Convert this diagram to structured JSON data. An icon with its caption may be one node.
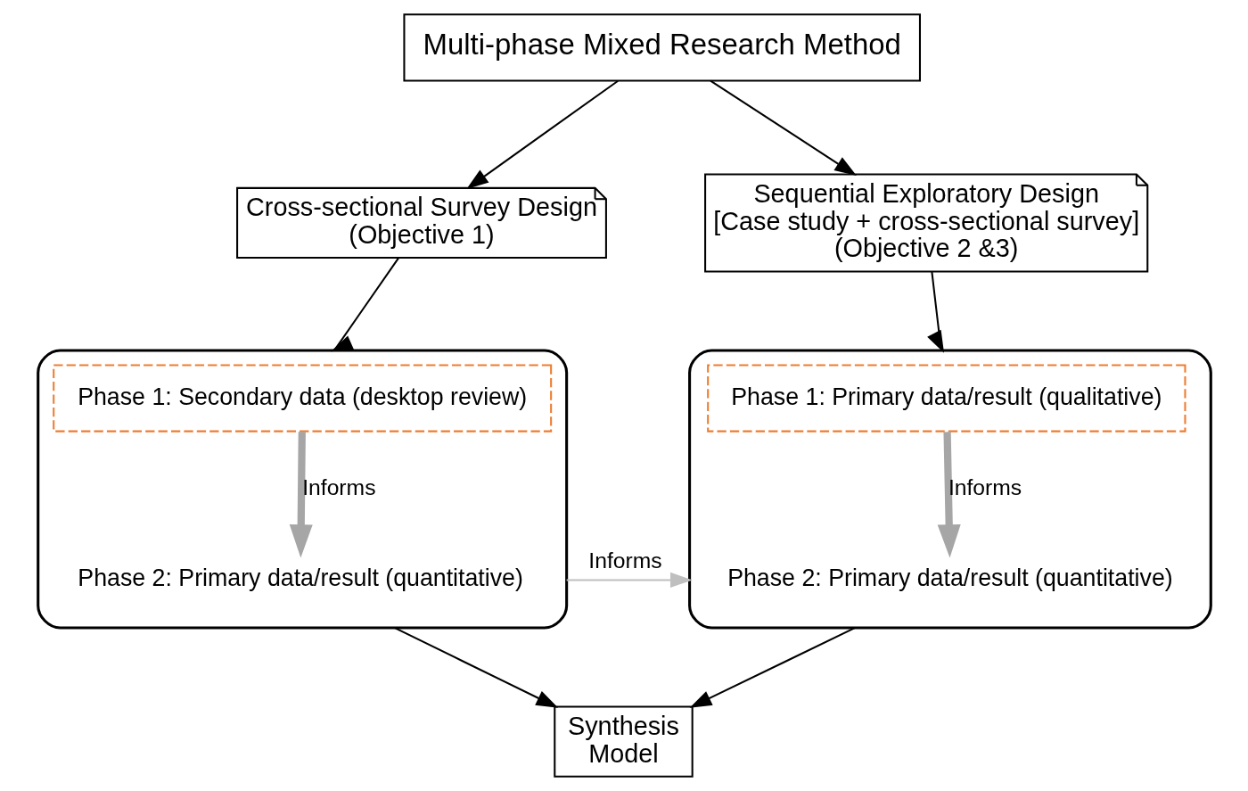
{
  "diagram": {
    "nodes": [
      {
        "text": [
          "Multi-phase Mixed Research Method"
        ]
      },
      {
        "text": [
          "Cross-sectional Survey Design",
          "(Objective 1)"
        ]
      },
      {
        "text": [
          "Sequential Exploratory Design",
          "[Case study + cross-sectional survey]",
          "(Objective 2 &3)"
        ]
      },
      {
        "text": [],
        "shape": "cylinder"
      },
      {
        "text": [
          "Phase 1: Secondary data (desktop review)"
        ],
        "in": 3
      },
      {
        "text": [
          "Phase 2: Primary data/result (quantitative)"
        ],
        "in": 3
      },
      {
        "text": [],
        "shape": "cylinder"
      },
      {
        "text": [
          "Phase 1: Primary data/result (qualitative)"
        ],
        "in": 6
      },
      {
        "text": [
          "Phase 2: Primary data/result (quantitative)"
        ],
        "in": 6
      },
      {
        "text": [
          "Synthesis",
          "Model"
        ]
      }
    ],
    "edges": [
      {
        "from": 0,
        "to": 1,
        "arrow": "to"
      },
      {
        "from": 0,
        "to": 2,
        "arrow": "to"
      },
      {
        "from": 1,
        "to": 3,
        "arrow": "to"
      },
      {
        "from": 2,
        "to": 6,
        "arrow": "to"
      },
      {
        "from": 4,
        "to": 5,
        "arrow": "to",
        "label": "Informs",
        "style": "thick",
        "color": "#a6a6a6"
      },
      {
        "from": 7,
        "to": 8,
        "arrow": "to",
        "label": "Informs",
        "style": "thick",
        "color": "#a6a6a6"
      },
      {
        "from": 3,
        "to": 6,
        "arrow": "to",
        "label": "Informs",
        "color": "#bfbfbf"
      },
      {
        "from": 3,
        "to": 9,
        "arrow": "to"
      },
      {
        "from": 6,
        "to": 9,
        "arrow": "to"
      }
    ]
  }
}
